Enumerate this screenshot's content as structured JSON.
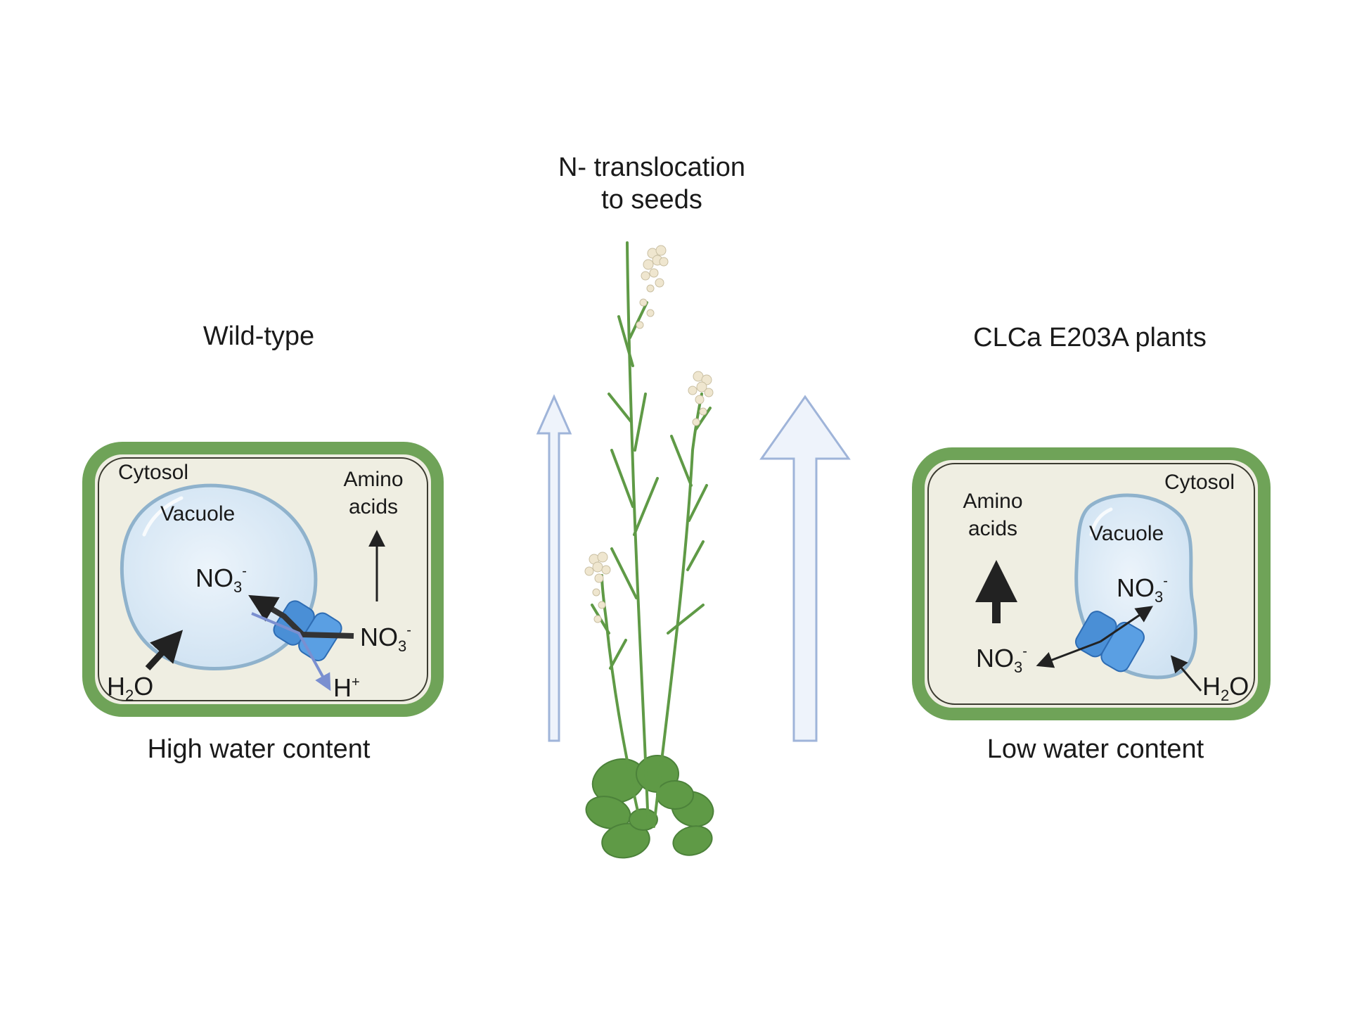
{
  "center_title": {
    "line1": "N- translocation",
    "line2": "to seeds"
  },
  "left_panel": {
    "heading": "Wild-type",
    "caption": "High water content",
    "cytosol": "Cytosol",
    "vacuole": "Vacuole",
    "amino_line1": "Amino",
    "amino_line2": "acids",
    "no3_vacuole": "NO",
    "no3_cytosol": "NO",
    "h2o": "H",
    "h_plus": "H"
  },
  "right_panel": {
    "heading": "CLCa E203A plants",
    "caption": "Low water content",
    "cytosol": "Cytosol",
    "vacuole": "Vacuole",
    "amino_line1": "Amino",
    "amino_line2": "acids",
    "no3_vacuole": "NO",
    "no3_cytosol": "NO",
    "h2o": "H"
  },
  "sub": {
    "three": "3",
    "two": "2",
    "minus": "-",
    "plus": "+",
    "o": "O"
  },
  "colors": {
    "cell_wall": "#6fa358",
    "cytosol_fill": "#efeee2",
    "vacuole_fill": "#dcebf7",
    "vacuole_stroke": "#8fb2cc",
    "transporter": "#4a8fd6",
    "arrow_outline": "#9fb4d9",
    "arrow_fill": "#eef3fb",
    "stem": "#5f9a46",
    "leaf": "#5f9a46",
    "flower": "#efe6cf"
  }
}
